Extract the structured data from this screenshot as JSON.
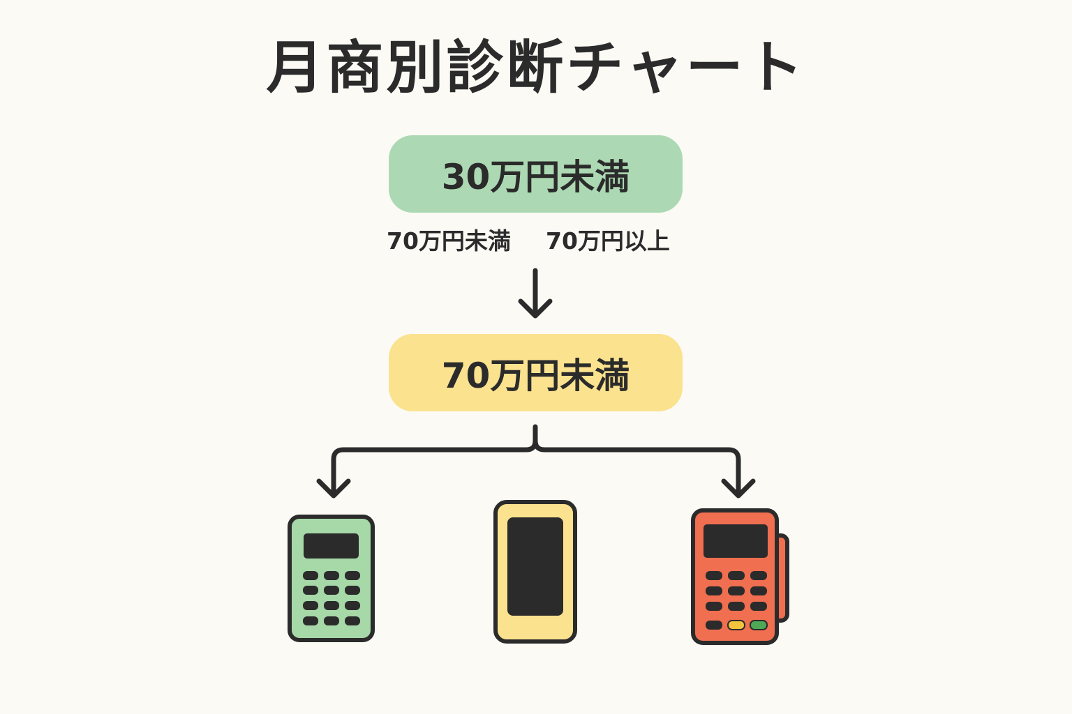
{
  "title": "月商別診断チャート",
  "nodes": {
    "top": {
      "label": "30万円未満",
      "color": "#acd9b3"
    },
    "branches": {
      "left": "70万円未満",
      "right": "70万円以上"
    },
    "middle": {
      "label": "70万円未満",
      "color": "#fbe28f"
    }
  },
  "devices": [
    {
      "name": "card-reader-keypad-icon",
      "color": "#a6d8a8"
    },
    {
      "name": "smartphone-icon",
      "color": "#fbe28f"
    },
    {
      "name": "payment-terminal-icon",
      "color": "#ef6f50"
    }
  ],
  "colors": {
    "background": "#fbfaf5",
    "ink": "#2b2b2b",
    "key_yellow": "#f2c33d",
    "key_green": "#4fa856"
  }
}
